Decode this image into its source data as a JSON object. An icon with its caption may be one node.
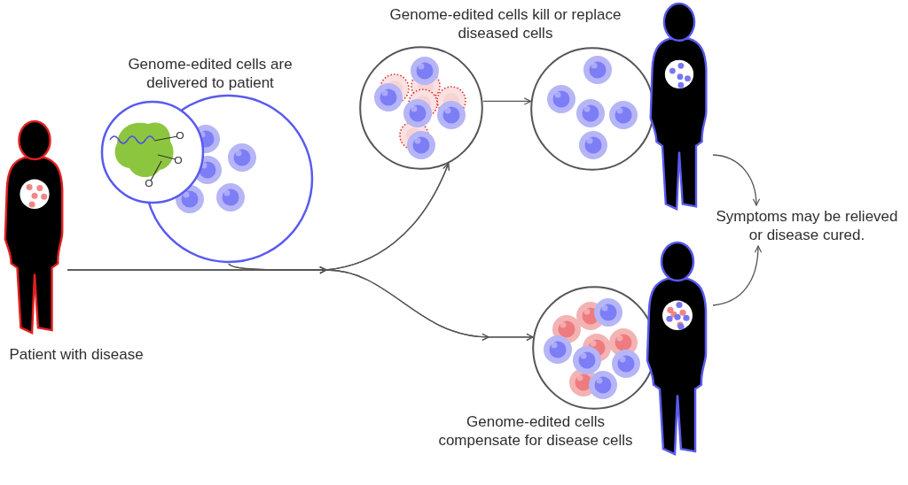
{
  "diagram": {
    "nodes": [
      {
        "text": [
          "Patient with disease"
        ]
      },
      {
        "text": [
          "Genome-edited cells are delivered to patient"
        ]
      },
      {
        "text": [],
        "shape": "circle"
      },
      {
        "text": [],
        "shape": "circle"
      },
      {
        "text": [],
        "shape": "person"
      },
      {
        "text": [],
        "shape": "circle"
      },
      {
        "text": [],
        "shape": "person"
      },
      {
        "text": [
          "Symptoms may be relieved or disease cured."
        ]
      }
    ],
    "edges": [
      {
        "from": 0,
        "to": 2,
        "arrow": "to"
      },
      {
        "from": 0,
        "to": 5,
        "arrow": "to"
      },
      {
        "from": 1,
        "to": 2,
        "arrow": "to"
      },
      {
        "from": 1,
        "to": 5,
        "arrow": "to"
      },
      {
        "from": 2,
        "to": 3,
        "arrow": "to"
      },
      {
        "from": 4,
        "to": 7,
        "arrow": "to"
      },
      {
        "from": 6,
        "to": 7,
        "arrow": "to"
      }
    ],
    "labels": [
      "Genome-edited cells kill or replace diseased cells",
      "Genome-edited cells compensate for disease cells"
    ]
  }
}
